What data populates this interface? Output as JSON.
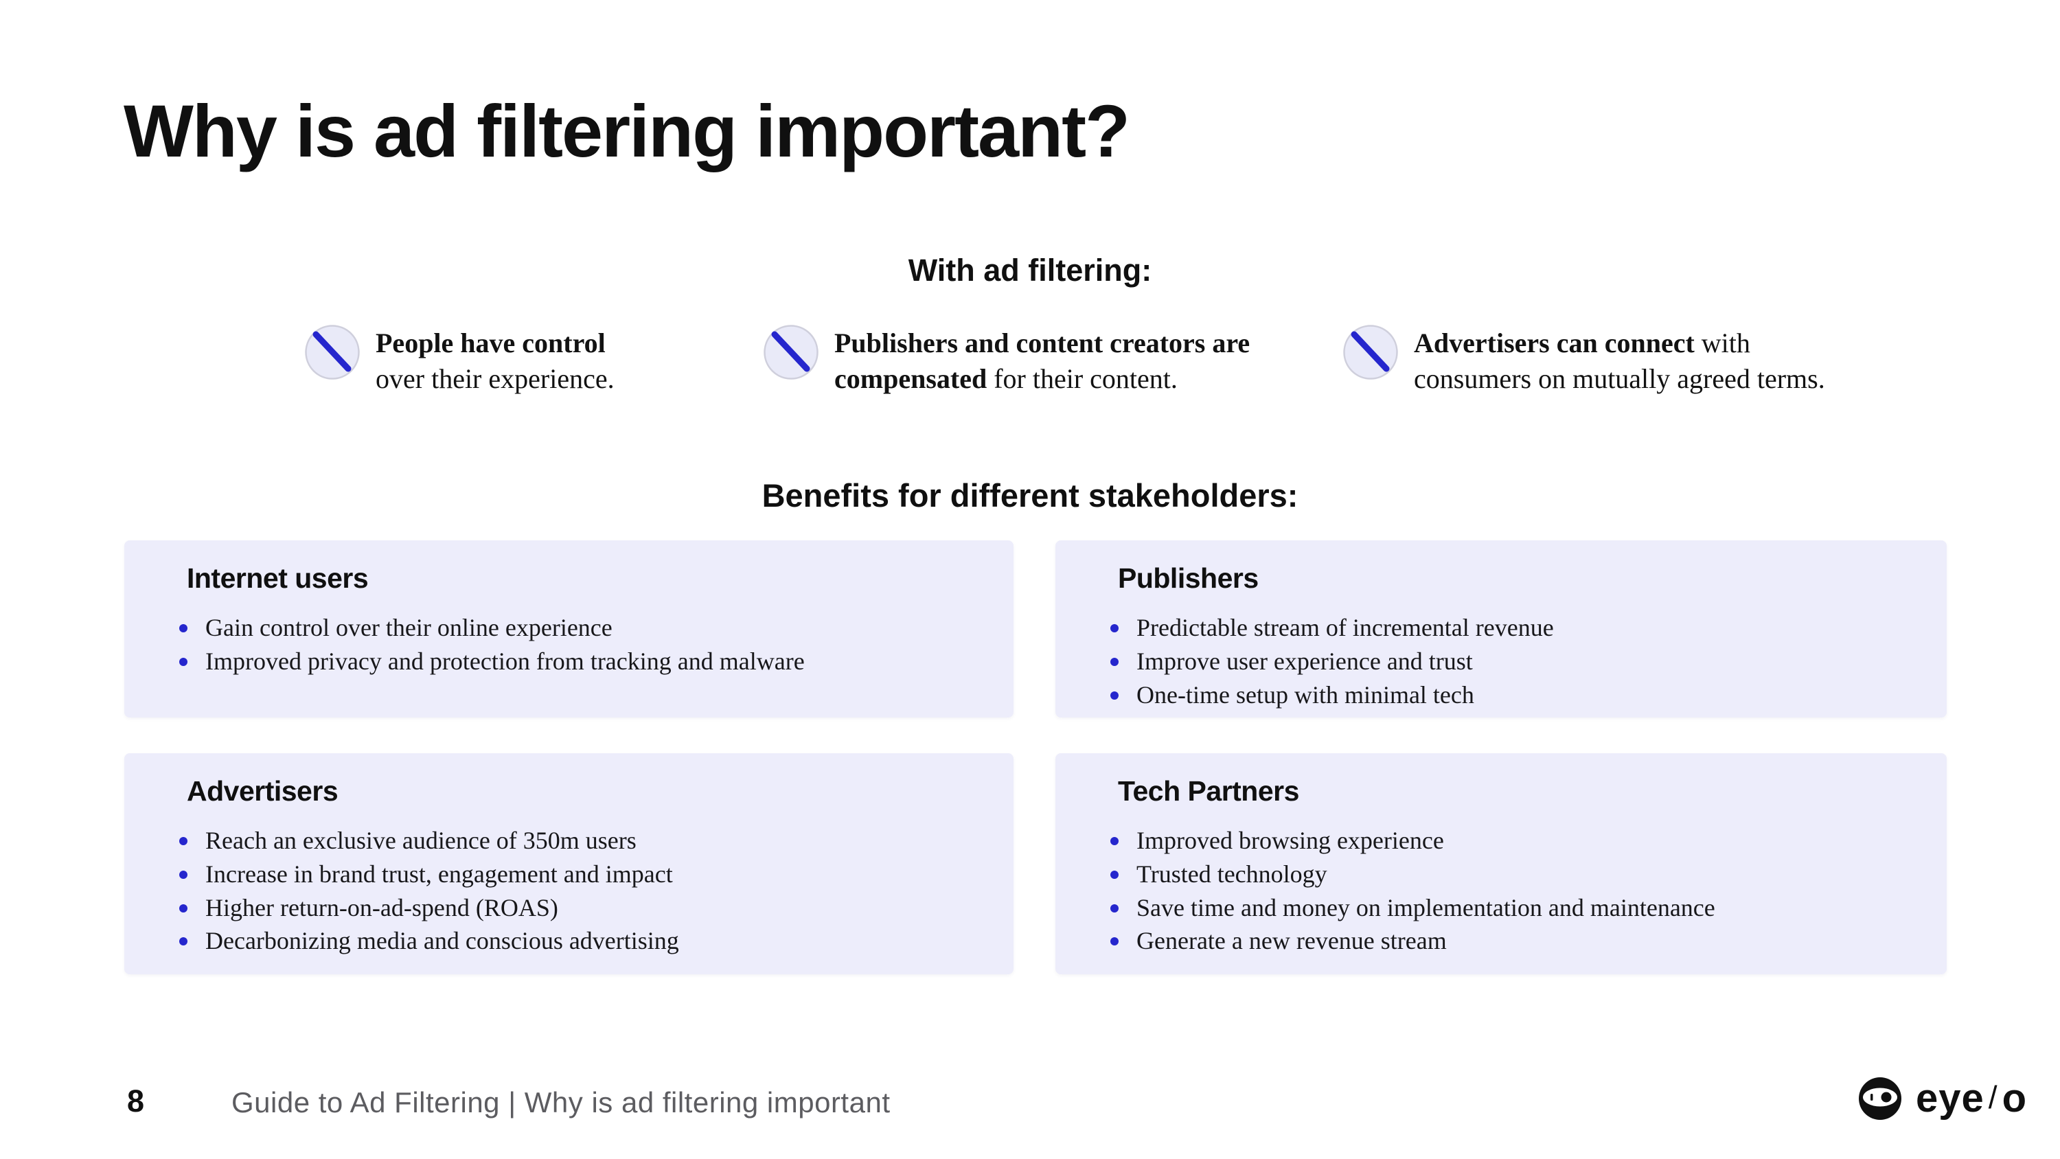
{
  "colors": {
    "accent_blue": "#2526CD",
    "card_background": "#EDEDFB",
    "footer_gray": "#5C5C60"
  },
  "slide": {
    "title": "Why is ad filtering important?",
    "with_heading": "With ad filtering:",
    "benefits_heading": "Benefits for different stakeholders:"
  },
  "features": [
    {
      "icon": "ad-filtering-slash-icon",
      "line1": {
        "bold": "People have control",
        "regular": ""
      },
      "line2": {
        "bold": "",
        "regular": "over their experience."
      }
    },
    {
      "icon": "ad-filtering-slash-icon",
      "line1": {
        "bold": "Publishers and content creators are",
        "regular": ""
      },
      "line2": {
        "bold": "compensated",
        "regular": " for their content."
      }
    },
    {
      "icon": "ad-filtering-slash-icon",
      "line1": {
        "bold": "Advertisers can connect",
        "regular": " with"
      },
      "line2": {
        "bold": "",
        "regular": "consumers on mutually agreed terms."
      }
    }
  ],
  "cards": [
    {
      "title": "Internet users",
      "bullets": [
        "Gain control over their online experience",
        "Improved privacy and protection from tracking and malware"
      ]
    },
    {
      "title": "Publishers",
      "bullets": [
        "Predictable stream of incremental revenue",
        "Improve user experience and trust",
        "One-time setup with minimal tech"
      ]
    },
    {
      "title": "Advertisers",
      "bullets": [
        "Reach an exclusive audience of 350m users",
        "Increase in brand trust, engagement and impact",
        "Higher return-on-ad-spend (ROAS)",
        "Decarbonizing media and conscious advertising"
      ]
    },
    {
      "title": "Tech Partners",
      "bullets": [
        "Improved browsing experience",
        "Trusted technology",
        "Save time and money on implementation and maintenance",
        "Generate a new revenue stream"
      ]
    }
  ],
  "footer": {
    "page_number": "8",
    "breadcrumb": "Guide to Ad Filtering | Why is ad filtering important",
    "logo_eye": "eye",
    "logo_slash": "/",
    "logo_o": "o"
  }
}
